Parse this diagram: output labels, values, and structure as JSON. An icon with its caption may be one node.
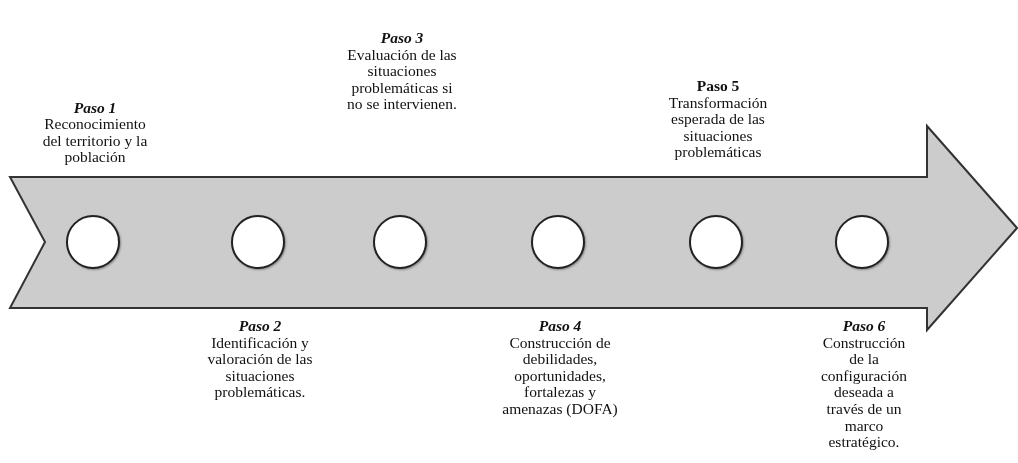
{
  "diagram": {
    "nodes": [
      {
        "text": [],
        "shape": "arrow"
      },
      {
        "text": [],
        "shape": "circle",
        "in": 0,
        "beside": [
          "*Paso 1*",
          "Reconocimiento del territorio y la población"
        ]
      },
      {
        "text": [],
        "shape": "circle",
        "in": 0,
        "beside": [
          "*Paso 2*",
          "Identificación y valoración de las situaciones problemáticas."
        ]
      },
      {
        "text": [],
        "shape": "circle",
        "in": 0,
        "beside": [
          "*Paso 3*",
          "Evaluación de las situaciones problemáticas si no se intervienen."
        ]
      },
      {
        "text": [],
        "shape": "circle",
        "in": 0,
        "beside": [
          "*Paso 4*",
          "Construcción de debilidades, oportunidades, fortalezas y amenazas (DOFA)"
        ]
      },
      {
        "text": [],
        "shape": "circle",
        "in": 0,
        "beside": [
          "Paso 5",
          "Transformación esperada de las situaciones problemáticas"
        ]
      },
      {
        "text": [],
        "shape": "circle",
        "in": 0,
        "beside": [
          "*Paso 6*",
          "Construcción de la configuración deseada a través de un marco estratégico."
        ]
      }
    ],
    "edges": []
  }
}
